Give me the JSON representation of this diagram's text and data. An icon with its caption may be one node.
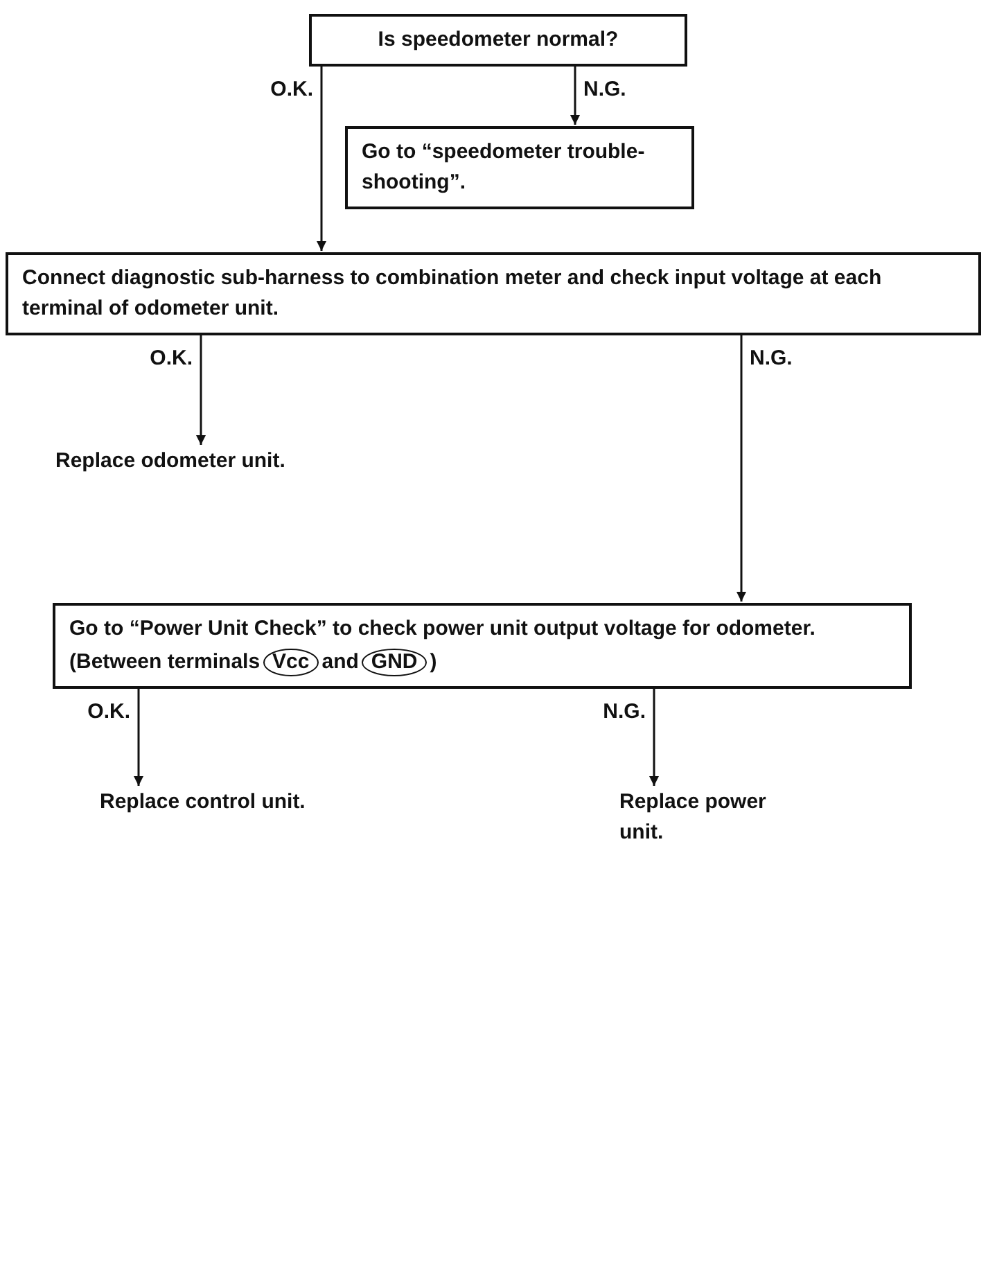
{
  "diagram": {
    "nodes": [
      {
        "text": [
          "Is speedometer normal?"
        ]
      },
      {
        "text": [
          "Go to “speedometer trouble-shooting”."
        ]
      },
      {
        "text": [
          "Connect diagnostic sub-harness to combination meter and check input voltage at each terminal of odometer unit."
        ]
      },
      {
        "text": [
          "Replace odometer unit."
        ]
      },
      {
        "text": [
          "Go to “Power Unit Check” to check power unit output voltage for odometer.",
          "(Between terminals",
          "and",
          ")"
        ]
      },
      {
        "text": [
          "Vcc"
        ],
        "in": 4
      },
      {
        "text": [
          "GND"
        ],
        "in": 4
      },
      {
        "text": [
          "Replace control unit."
        ]
      },
      {
        "text": [
          "Replace power unit."
        ]
      }
    ],
    "edges": [
      {
        "from": 0,
        "to": 2,
        "arrow": "to",
        "label": "O.K."
      },
      {
        "from": 0,
        "to": 1,
        "arrow": "to",
        "label": "N.G."
      },
      {
        "from": 2,
        "to": 3,
        "arrow": "to",
        "label": "O.K."
      },
      {
        "from": 2,
        "to": 4,
        "arrow": "to",
        "label": "N.G."
      },
      {
        "from": 4,
        "to": 7,
        "arrow": "to",
        "label": "O.K."
      },
      {
        "from": 4,
        "to": 8,
        "arrow": "to",
        "label": "N.G."
      }
    ]
  }
}
